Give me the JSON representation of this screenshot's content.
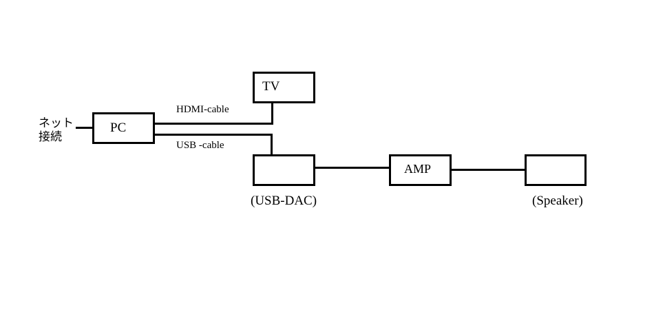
{
  "diagram": {
    "internet": {
      "line1": "ネット",
      "line2": "接続"
    },
    "nodes": {
      "pc": {
        "label": "PC"
      },
      "tv": {
        "label": "TV"
      },
      "usb_dac": {
        "label": "",
        "caption": "(USB-DAC)"
      },
      "amp": {
        "label": "AMP"
      },
      "speaker": {
        "label": "",
        "caption": "(Speaker)"
      }
    },
    "connections": {
      "hdmi": {
        "label": "HDMI-cable",
        "from": "PC",
        "to": "TV"
      },
      "usb": {
        "label": "USB -cable",
        "from": "PC",
        "to": "USB-DAC"
      },
      "dac_amp": {
        "from": "USB-DAC",
        "to": "AMP"
      },
      "amp_speaker": {
        "from": "AMP",
        "to": "Speaker"
      },
      "net_pc": {
        "from": "ネット接続",
        "to": "PC"
      }
    }
  }
}
